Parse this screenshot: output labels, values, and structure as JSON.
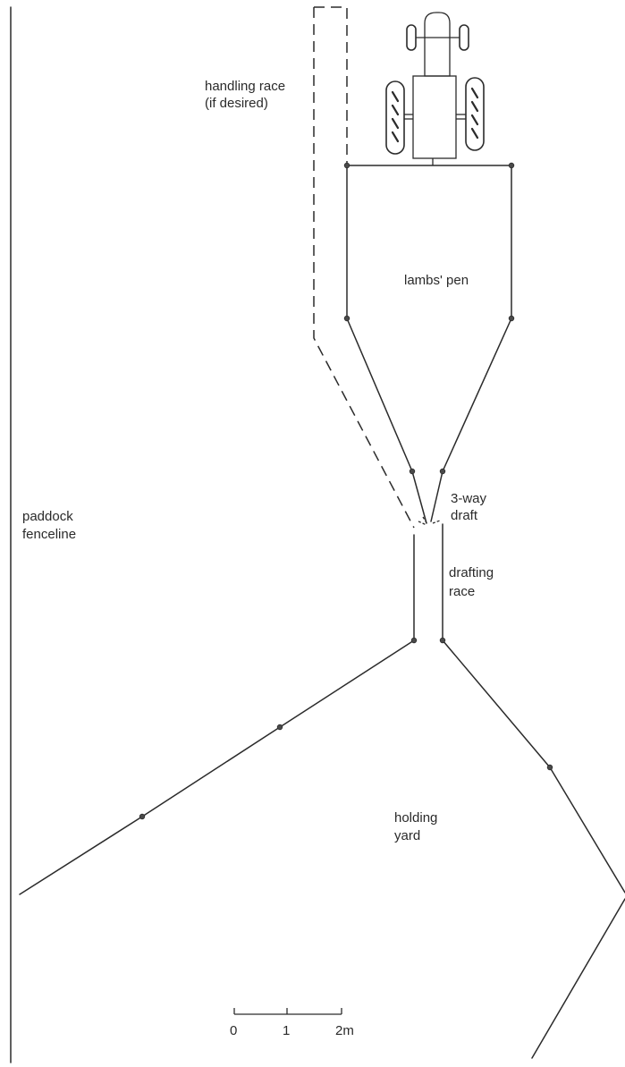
{
  "labels": {
    "handling_race_line1": "handling race",
    "handling_race_line2": "(if desired)",
    "lambs_pen": "lambs' pen",
    "three_way_line1": "3-way",
    "three_way_line2": "draft",
    "paddock_line1": "paddock",
    "paddock_line2": "fenceline",
    "drafting_race_line1": "drafting",
    "drafting_race_line2": "race",
    "holding_yard_line1": "holding",
    "holding_yard_line2": "yard"
  },
  "scale_bar": {
    "tick_0": "0",
    "tick_1": "1",
    "tick_2": "2m"
  }
}
